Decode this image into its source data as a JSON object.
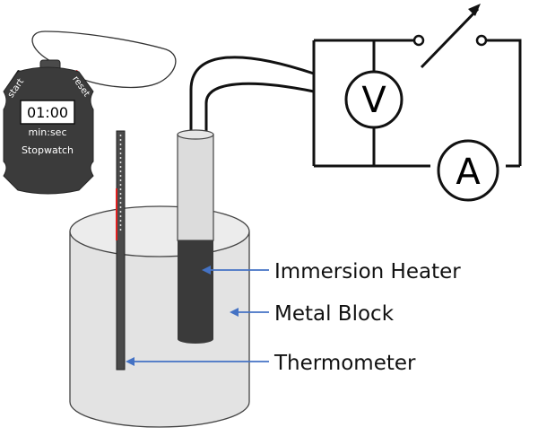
{
  "stopwatch": {
    "start_label": "start",
    "reset_label": "reset",
    "time": "01:00",
    "unit": "min:sec",
    "name": "Stopwatch"
  },
  "circuit": {
    "voltmeter_symbol": "V",
    "ammeter_symbol": "A"
  },
  "labels": {
    "heater": "Immersion Heater",
    "block": "Metal Block",
    "thermometer": "Thermometer"
  },
  "colors": {
    "arrow": "#4472c4",
    "block_fill": "#e3e3e3",
    "heater_dark": "#3a3a3a",
    "heater_light": "#dcdcdc",
    "stopwatch_body": "#3b3b3b",
    "reset_button": "#e02020",
    "thermometer_liquid": "#e02020"
  }
}
